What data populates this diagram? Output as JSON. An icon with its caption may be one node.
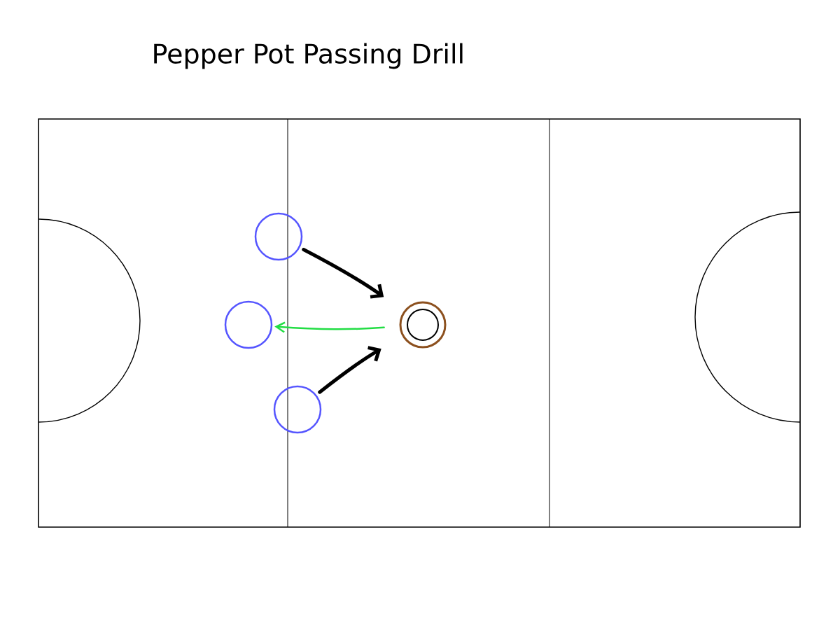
{
  "diagram": {
    "title": "Pepper Pot Passing Drill",
    "nodes": [
      {
        "text": [],
        "shape": "circle"
      },
      {
        "text": [],
        "shape": "circle"
      },
      {
        "text": [],
        "shape": "circle"
      },
      {
        "text": [],
        "shape": "ring"
      }
    ],
    "edges": [
      {
        "from": 0,
        "to": 3,
        "arrow": "to"
      },
      {
        "from": 3,
        "to": 1,
        "arrow": "to",
        "color": "#22dd44"
      },
      {
        "from": 2,
        "to": 3,
        "arrow": "to"
      }
    ]
  }
}
